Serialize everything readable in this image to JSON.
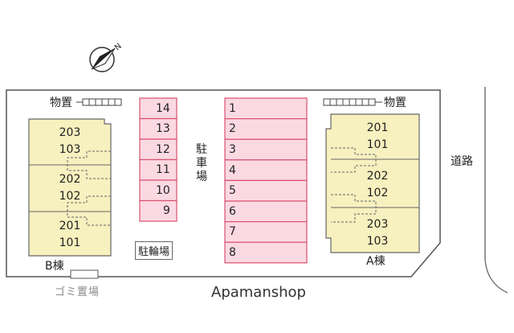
{
  "map": {
    "storage_label_left": "物置",
    "storage_label_right": "物置",
    "parking_label": "駐車場",
    "bicycle_label": "駐輪場",
    "road_label": "道路",
    "garbage_label": "ゴミ置場",
    "credit": "Apamanshop",
    "north_letter": "N",
    "buildings": {
      "b": {
        "name": "B棟",
        "blocks": [
          {
            "upper": "203",
            "lower": "103"
          },
          {
            "upper": "202",
            "lower": "102"
          },
          {
            "upper": "201",
            "lower": "101"
          }
        ]
      },
      "a": {
        "name": "A棟",
        "blocks": [
          {
            "upper": "201",
            "lower": "101"
          },
          {
            "upper": "202",
            "lower": "102"
          },
          {
            "upper": "203",
            "lower": "103"
          }
        ]
      }
    },
    "parking_left": [
      "14",
      "13",
      "12",
      "11",
      "10",
      "9"
    ],
    "parking_right": [
      "1",
      "2",
      "3",
      "4",
      "5",
      "6",
      "7",
      "8"
    ],
    "colors": {
      "building_fill": "#f7f0bf",
      "parking_fill": "#fbd9e3",
      "parking_stroke": "#d9506f",
      "outline": "#555555"
    }
  }
}
